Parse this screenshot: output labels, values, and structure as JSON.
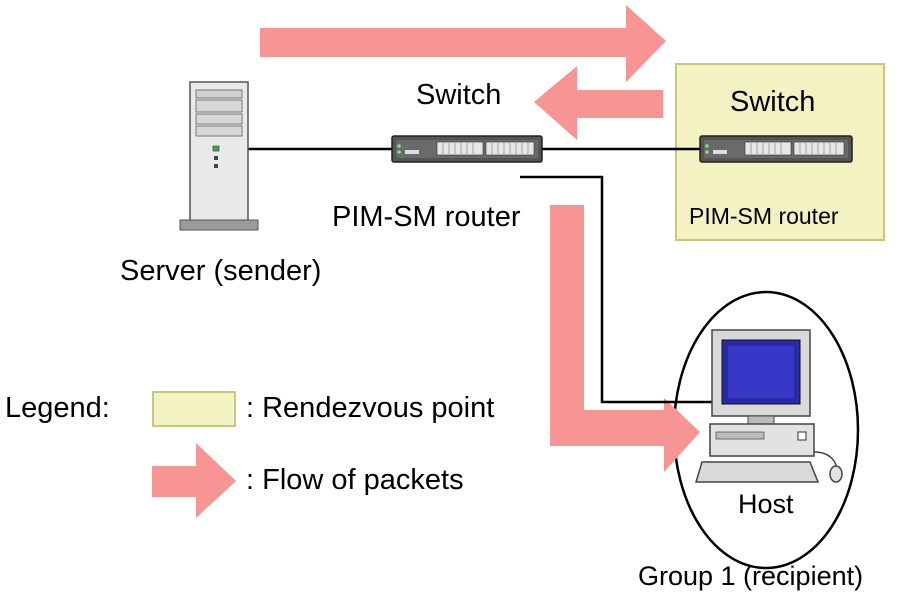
{
  "colors": {
    "packet_arrow": "#f79494",
    "rendezvous_fill": "#f2f2c2",
    "rendezvous_border": "#c8c87a",
    "monitor_screen": "#2a2aa8",
    "device_gray": "#cfcfcf"
  },
  "icons": {
    "server": "server-tower-icon",
    "switch": "network-switch-icon",
    "host": "desktop-computer-icon",
    "flow": "packet-flow-arrow"
  },
  "nodes": {
    "left_switch": {
      "title": "Switch",
      "subtitle": "PIM-SM router"
    },
    "right_switch": {
      "title": "Switch",
      "subtitle": "PIM-SM router"
    },
    "server": {
      "label": "Server (sender)"
    },
    "host": {
      "label": "Host"
    },
    "group": {
      "label": "Group 1 (recipient)"
    }
  },
  "legend": {
    "title": "Legend:",
    "rendezvous_label": ": Rendezvous point",
    "flow_label": ": Flow of packets"
  }
}
